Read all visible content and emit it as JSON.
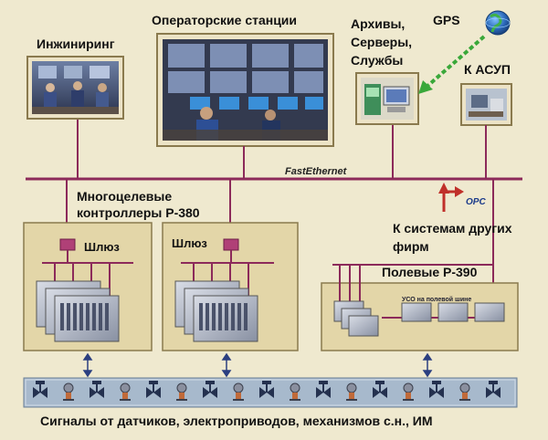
{
  "colors": {
    "background": "#efe9cf",
    "bus_line": "#8c2a5a",
    "cabinet_fill": "#e3d6a8",
    "cabinet_stroke": "#8a7a4e",
    "gps_link": "#3aa83a",
    "opc_arrow": "#c0302a",
    "signal_strip": "#a7b9cc"
  },
  "labels": {
    "engineering": "Инжиниринг",
    "operator_stations": "Операторские станции",
    "archives": "Архивы,\nСерверы,\nСлужбы",
    "gps": "GPS",
    "to_asup": "К АСУП",
    "bus": "FastEthernet",
    "controllers": "Многоцелевые\nконтроллеры Р-380",
    "opc": "OPC",
    "other_vendors": "К системам других\nфирм",
    "gateway_left": "Шлюз",
    "gateway_mid": "Шлюз",
    "field_p390": "Полевые Р-390",
    "uso": "УСО на полевой шине",
    "signals": "Сигналы от датчиков, электроприводов, механизмов с.н., ИМ"
  },
  "icons": {
    "engineering_photo": "engineers-at-workstations-photo",
    "operator_photo": "control-room-photo",
    "archive_photo": "server-computers-photo",
    "asup_photo": "office-desk-photo",
    "gps_globe": "globe-icon",
    "signal_devices": "valve-and-sensor-icons"
  }
}
